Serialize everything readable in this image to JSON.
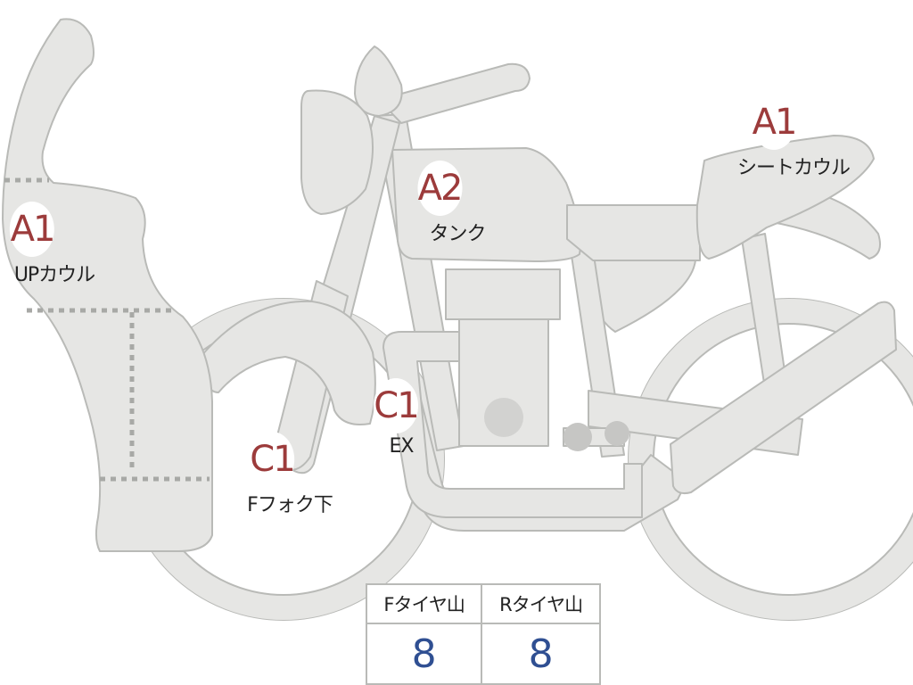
{
  "markers": [
    {
      "grade": "A1",
      "label": "UPカウル"
    },
    {
      "grade": "A2",
      "label": "タンク"
    },
    {
      "grade": "A1",
      "label": "シートカウル"
    },
    {
      "grade": "C1",
      "label": "Fフォク下"
    },
    {
      "grade": "C1",
      "label": "EX"
    }
  ],
  "tire_table": {
    "front_label": "Fタイヤ山",
    "rear_label": "Rタイヤ山",
    "front_value": "8",
    "rear_value": "8"
  },
  "colors": {
    "part_fill": "#e6e6e4",
    "part_stroke": "#b9bab7",
    "grade_text": "#9c3b3b",
    "value_text": "#2f4f92"
  }
}
